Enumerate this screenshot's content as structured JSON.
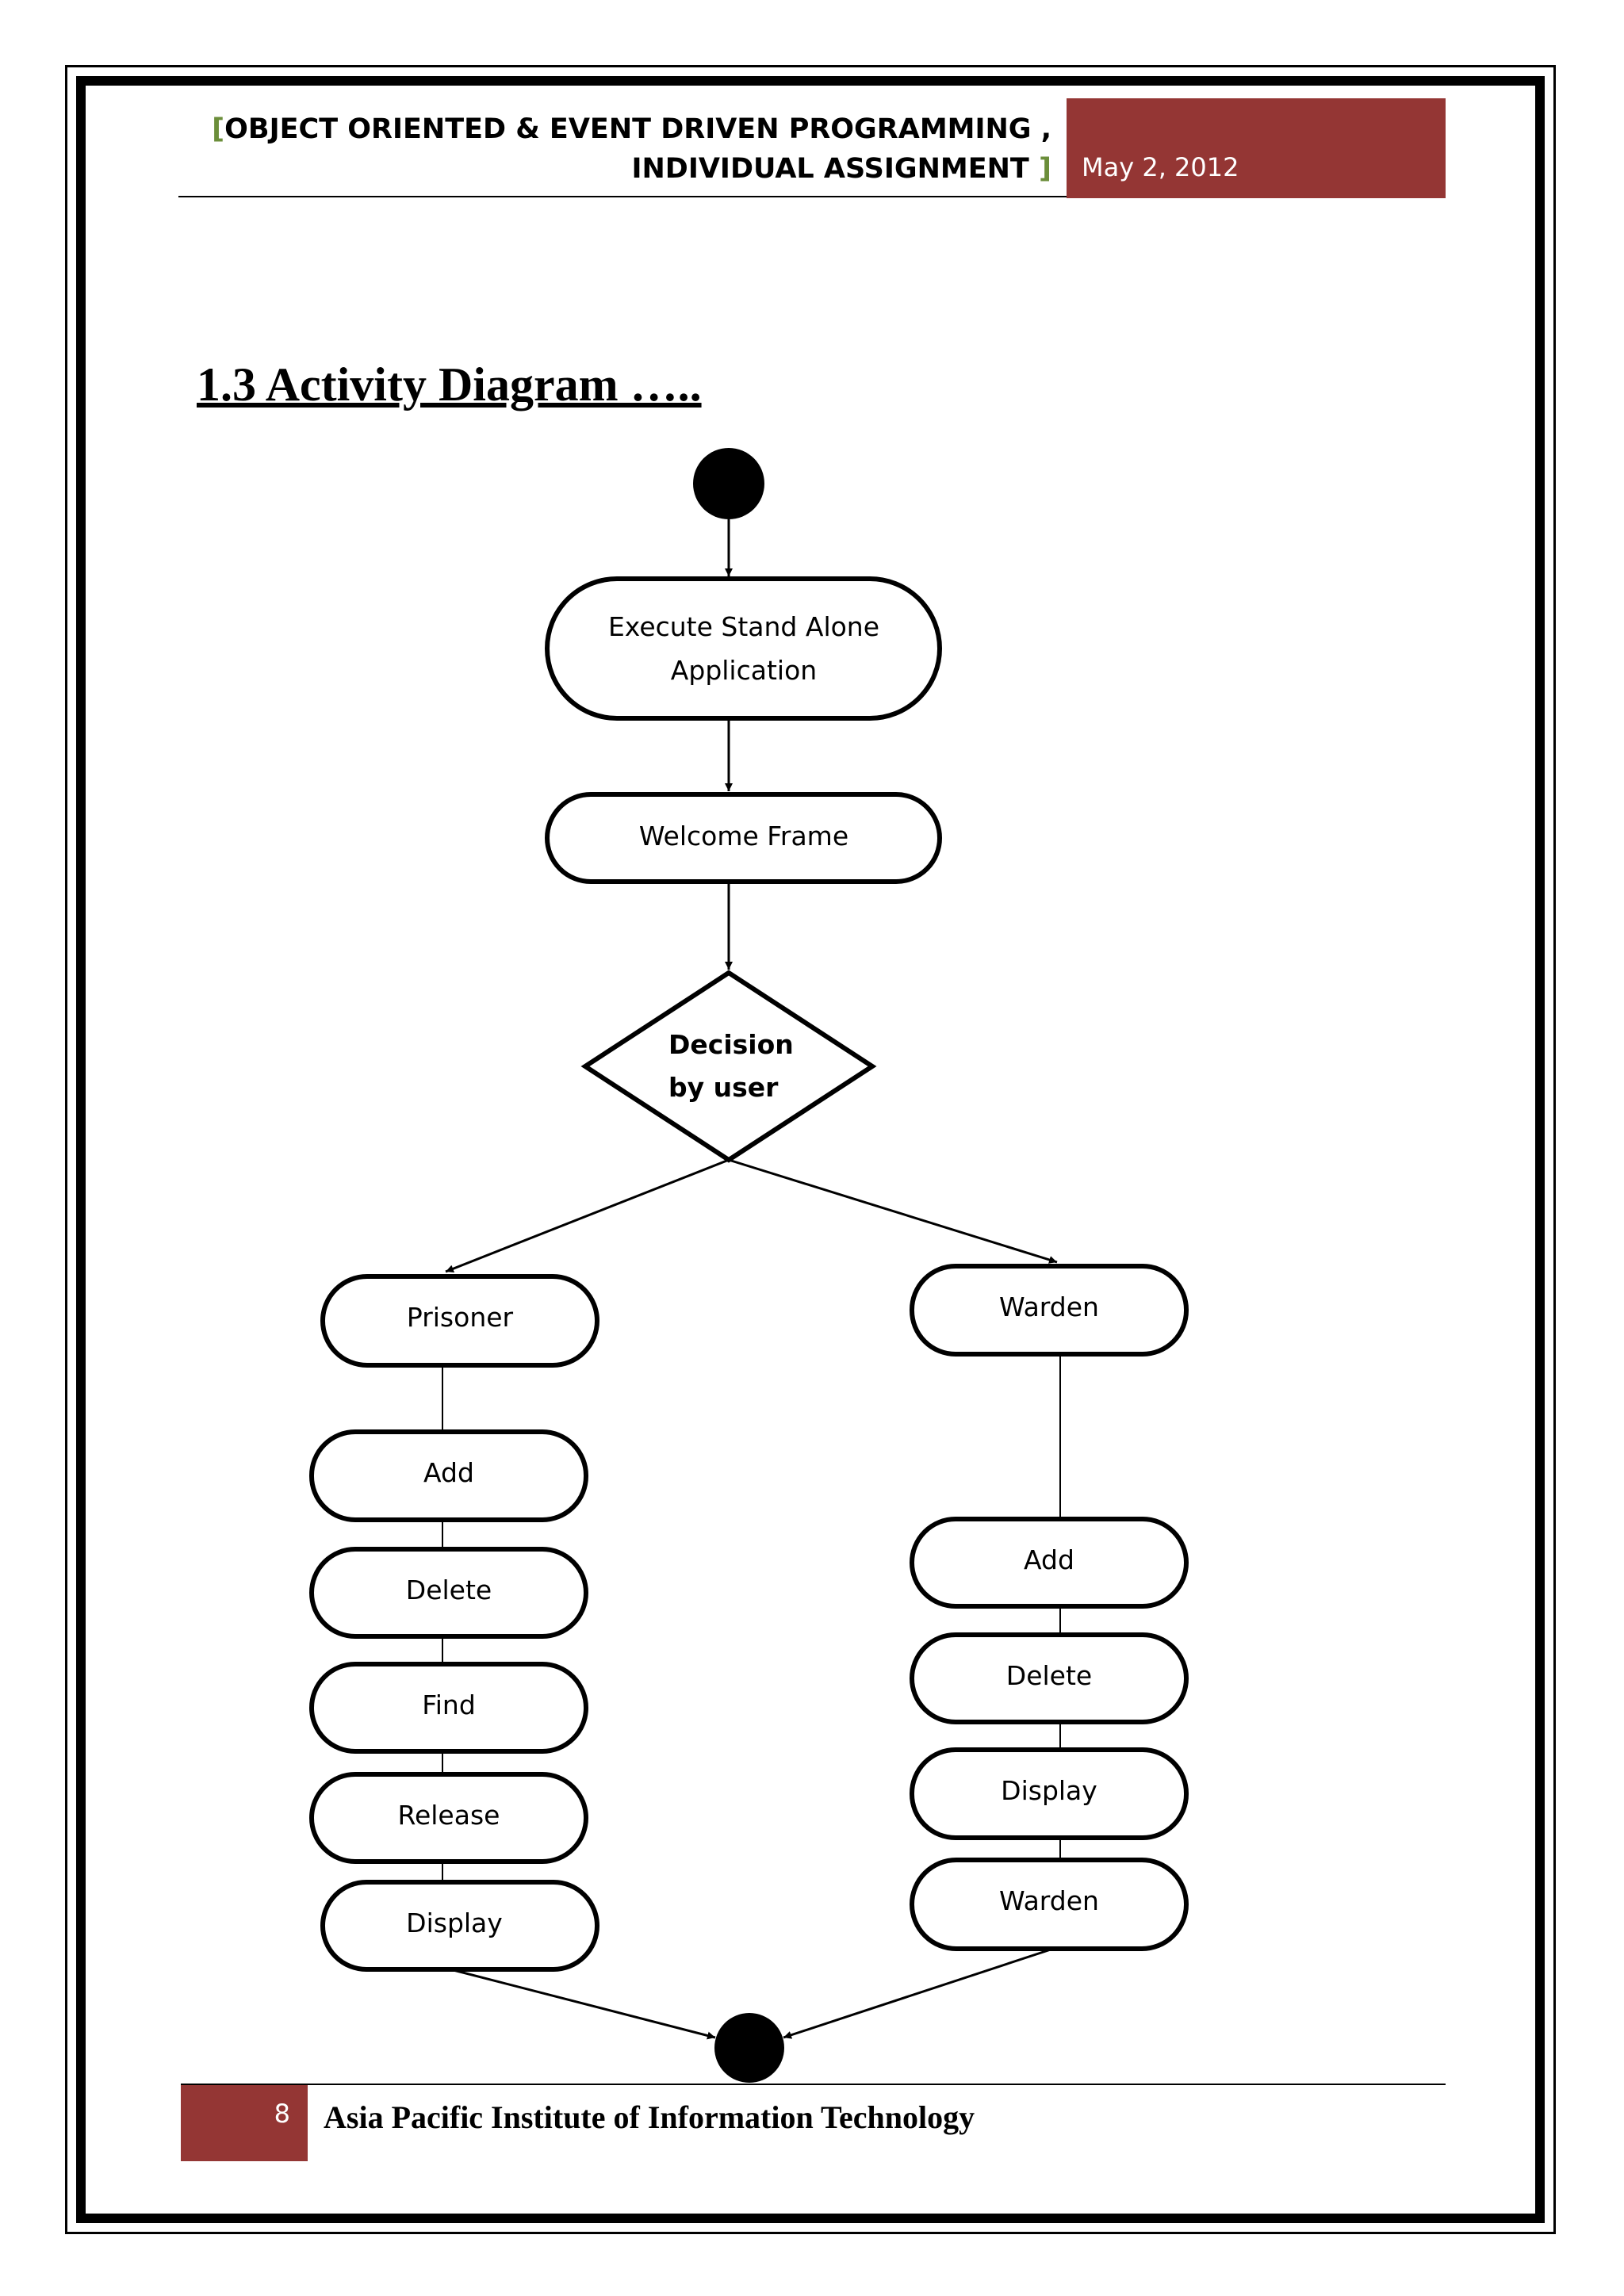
{
  "header": {
    "line1": "OBJECT ORIENTED & EVENT DRIVEN PROGRAMMING ,",
    "line2": "INDIVIDUAL ASSIGNMENT",
    "bracket_open": "[",
    "bracket_close": "]",
    "date": "May 2, 2012"
  },
  "section": {
    "title": "1.3 Activity Diagram ….."
  },
  "diagram": {
    "execute_line1": "Execute Stand Alone",
    "execute_line2": "Application",
    "welcome": "Welcome Frame",
    "decision_line1": "Decision",
    "decision_line2": "by   user",
    "prisoner": {
      "title": "Prisoner",
      "actions": [
        "Add",
        "Delete",
        "Find",
        "Release",
        "Display"
      ]
    },
    "warden": {
      "title": "Warden",
      "actions": [
        "Add",
        "Delete",
        "Display",
        "Warden"
      ]
    }
  },
  "footer": {
    "page_number": "8",
    "institute": "Asia Pacific Institute of Information Technology"
  },
  "colors": {
    "accent": "#943634",
    "bracket": "#6b8e3a"
  }
}
